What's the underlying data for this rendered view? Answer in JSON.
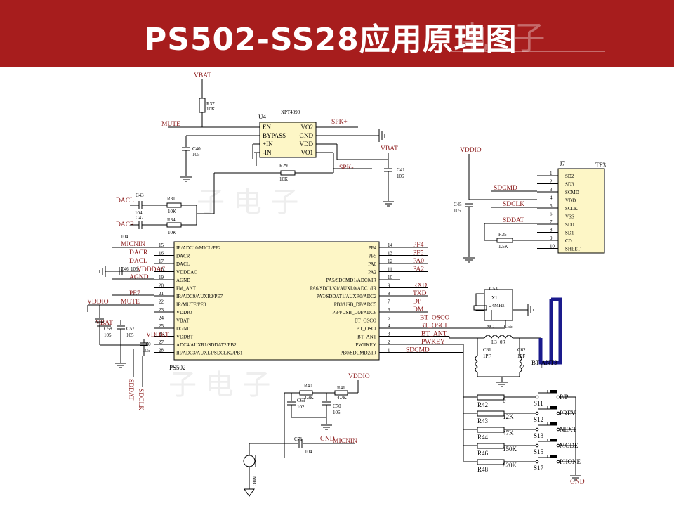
{
  "header": {
    "title": "PS502-SS28应用原理图",
    "watermark": "电 子"
  },
  "watermark": "子 电 子",
  "ic_u4": {
    "ref": "U4",
    "part": "XPT4890",
    "left_pins": [
      "EN",
      "BYPASS",
      "+IN",
      "-IN"
    ],
    "right_pins": [
      "VO2",
      "GND",
      "VDD",
      "VO1"
    ]
  },
  "ic_ps502": {
    "ref": "PS502",
    "left_pins": [
      {
        "num": "15",
        "name": "IR/ADC10/MICL/PF2"
      },
      {
        "num": "16",
        "name": "DACR"
      },
      {
        "num": "17",
        "name": "DACL"
      },
      {
        "num": "18",
        "name": "VDDDAC"
      },
      {
        "num": "19",
        "name": "AGND"
      },
      {
        "num": "20",
        "name": "FM_ANT"
      },
      {
        "num": "21",
        "name": "IR/ADC9/AUXR2/PE7"
      },
      {
        "num": "22",
        "name": "IR/MUTE/PE0"
      },
      {
        "num": "23",
        "name": "VDDIO"
      },
      {
        "num": "24",
        "name": "VBAT"
      },
      {
        "num": "25",
        "name": "DGND"
      },
      {
        "num": "26",
        "name": "VDDBT"
      },
      {
        "num": "27",
        "name": "ADC4/AUXR1/SDDAT2/PB2"
      },
      {
        "num": "28",
        "name": "IR/ADC3/AUXL1/SDCLK2/PB1"
      }
    ],
    "right_pins": [
      {
        "num": "14",
        "name": "PF4"
      },
      {
        "num": "13",
        "name": "PF5"
      },
      {
        "num": "12",
        "name": "PA0"
      },
      {
        "num": "11",
        "name": "PA2"
      },
      {
        "num": "10",
        "name": "PA5/SDCMD1/ADC0/IR"
      },
      {
        "num": "9",
        "name": "PA6/SDCLK1/AUXL0/ADC1/IR"
      },
      {
        "num": "8",
        "name": "PA7/SDDAT1/AUXR0/ADC2"
      },
      {
        "num": "7",
        "name": "PB3/USB_DP/ADC5"
      },
      {
        "num": "6",
        "name": "PB4/USB_DM/ADC6"
      },
      {
        "num": "5",
        "name": "BT_OSCO"
      },
      {
        "num": "4",
        "name": "BT_OSCI"
      },
      {
        "num": "3",
        "name": "BT_ANT"
      },
      {
        "num": "2",
        "name": "PWRKEY"
      },
      {
        "num": "1",
        "name": "PB0/SDCMD2/IR"
      }
    ],
    "right_nets": [
      "PF4",
      "PF5",
      "PA0",
      "PA2",
      "",
      "RXD",
      "TXD",
      "DP",
      "DM",
      "BT_OSCO",
      "BT_OSCI",
      "BT_ANT",
      "PWKEY",
      "SDCMD"
    ]
  },
  "tf_socket": {
    "ref": "J7",
    "part": "TF3",
    "pins": [
      {
        "num": "1",
        "name": "SD2"
      },
      {
        "num": "2",
        "name": "SD3"
      },
      {
        "num": "3",
        "name": "SCMD"
      },
      {
        "num": "4",
        "name": "VDD"
      },
      {
        "num": "5",
        "name": "SCLK"
      },
      {
        "num": "6",
        "name": "VSS"
      },
      {
        "num": "7",
        "name": "SD0"
      },
      {
        "num": "8",
        "name": "SD1"
      },
      {
        "num": "9",
        "name": "CD"
      },
      {
        "num": "10",
        "name": "SHEET"
      }
    ],
    "nets": [
      "SDCMD",
      "SDCLK",
      "SDDAT"
    ]
  },
  "nets": {
    "vbat": "VBAT",
    "vddio": "VDDIO",
    "mute": "MUTE",
    "spk_p": "SPK+",
    "spk_n": "SPK-",
    "dacl": "DACL",
    "dacr": "DACR",
    "micnin": "MICNIN",
    "dacr2": "DACR",
    "dacl2": "DACL",
    "vdddac": "VDDDAC",
    "agnd": "AGND",
    "pe7": "PE7",
    "mute2": "MUTE",
    "vddio_l": "VDDIO",
    "vbat_l": "VBAT",
    "vddbt": "VDDBT",
    "sddat": "SDDAT",
    "sdclk": "SDCLK",
    "gnd": "GND",
    "micnin2": "MICNIN",
    "nc": "NC",
    "bt_ant3": "BT-ANT3",
    "mic": "MIC"
  },
  "components": {
    "r37": {
      "ref": "R37",
      "val": "10K"
    },
    "c40": {
      "ref": "C40",
      "val": "105"
    },
    "r29": {
      "ref": "R29",
      "val": "10K"
    },
    "c41": {
      "ref": "C41",
      "val": "106"
    },
    "c43": {
      "ref": "C43",
      "val": "104"
    },
    "r31": {
      "ref": "R31",
      "val": "10K"
    },
    "c47": {
      "ref": "C47",
      "val": "104"
    },
    "r34": {
      "ref": "R34",
      "val": "10K"
    },
    "c45": {
      "ref": "C45",
      "val": "105"
    },
    "r35": {
      "ref": "R35",
      "val": "1.5K"
    },
    "c46": {
      "ref": "C46",
      "val": "105"
    },
    "c58": {
      "ref": "C58",
      "val": "105"
    },
    "c57": {
      "ref": "C57",
      "val": "105"
    },
    "c60": {
      "ref": "C60",
      "val": "105"
    },
    "r40": {
      "ref": "R40",
      "val": "3.3K"
    },
    "r41": {
      "ref": "R41",
      "val": "4.7K"
    },
    "c69": {
      "ref": "C69",
      "val": "102"
    },
    "c70": {
      "ref": "C70",
      "val": "106"
    },
    "c71": {
      "ref": "C71",
      "val": "104"
    },
    "c53": {
      "ref": "C53"
    },
    "x1": {
      "ref": "X1",
      "val": "24MHz"
    },
    "c56": {
      "ref": "C56"
    },
    "l3": {
      "ref": "L3",
      "val": "0R"
    },
    "c61": {
      "ref": "C61",
      "val": "1PF"
    },
    "c62": {
      "ref": "C62",
      "val": "1PF"
    }
  },
  "keys": [
    {
      "res": "R42",
      "val": "0",
      "sw": "S11",
      "label": "P/P"
    },
    {
      "res": "R43",
      "val": "12K",
      "sw": "S12",
      "label": "PREV"
    },
    {
      "res": "R44",
      "val": "47K",
      "sw": "S13",
      "label": "NEXT"
    },
    {
      "res": "R46",
      "val": "150K",
      "sw": "S15",
      "label": "MODE"
    },
    {
      "res": "R48",
      "val": "820K",
      "sw": "S17",
      "label": "PHONE"
    }
  ],
  "antenna_pins": [
    "1",
    "2"
  ]
}
